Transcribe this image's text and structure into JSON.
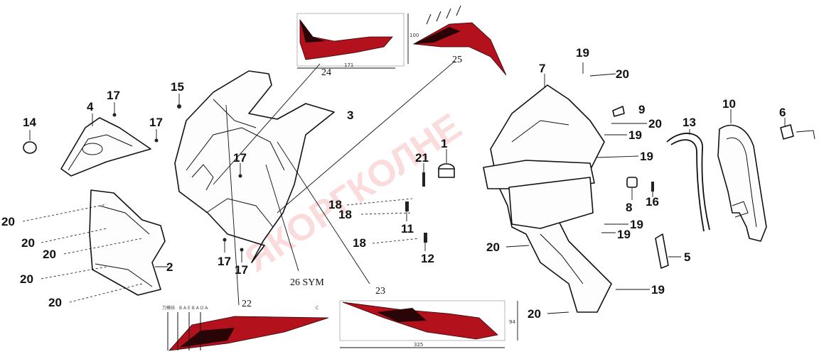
{
  "watermark": "ЯКОРГКОЛНЕ",
  "labels": {
    "p1": "1",
    "p2": "2",
    "p3": "3",
    "p4": "4",
    "p5": "5",
    "p6": "6",
    "p7": "7",
    "p8": "8",
    "p9": "9",
    "p10": "10",
    "p11": "11",
    "p12": "12",
    "p13": "13",
    "p14": "14",
    "p15": "15",
    "p16": "16",
    "p17": "17",
    "p18": "18",
    "p19": "19",
    "p20": "20",
    "p21": "21",
    "p22": "22",
    "p23": "23",
    "p24": "24",
    "p25": "25",
    "p26": "26 SYM"
  },
  "decal_dims": {
    "decal24_width": "171",
    "decal24_height": "100",
    "decal23_width": "325",
    "decal23_height": "94",
    "decal22_ref_a": "刀模线",
    "decal22_ref_b": "B A E B A D A",
    "decal22_ref_c": "C"
  },
  "colors": {
    "decal_red": "#b3121d",
    "decal_dark": "#2a0508",
    "watermark": "#e13c3c",
    "line": "#111111"
  }
}
